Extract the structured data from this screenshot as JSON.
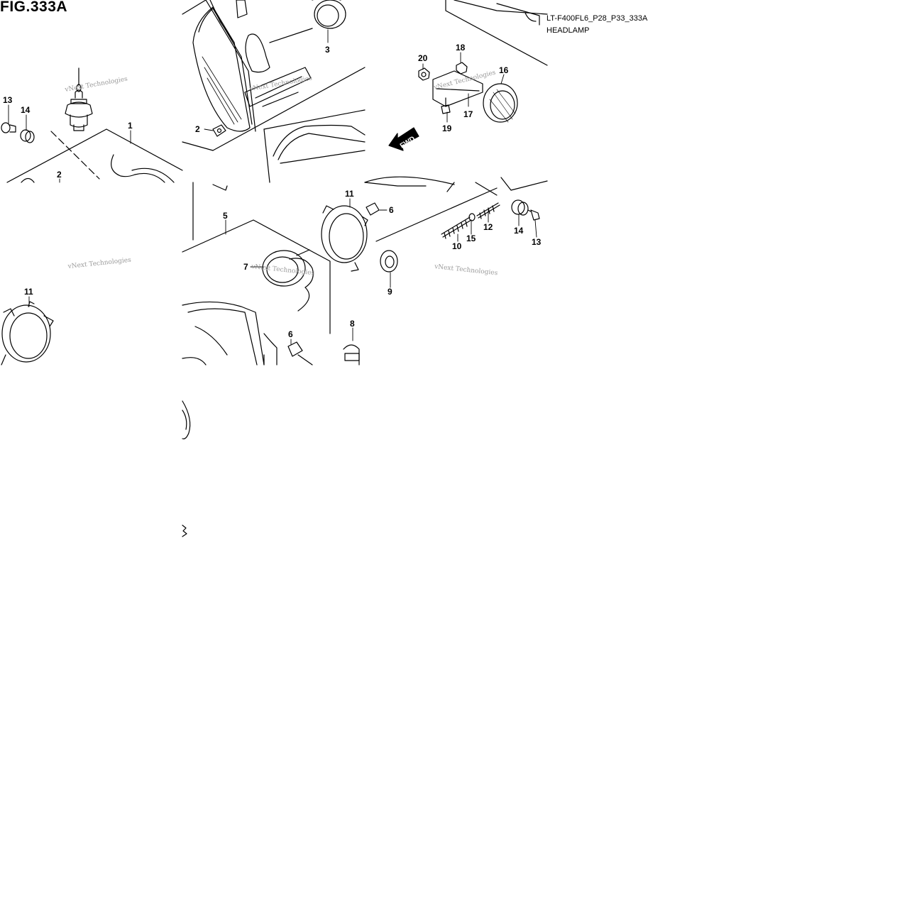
{
  "figure": {
    "title": "FIG.333A",
    "code": "LT-F400FL6_P28_P33_333A",
    "name": "HEADLAMP",
    "fwd_label": "FWD"
  },
  "watermark": "vNext Technologies",
  "callouts": {
    "c1": "1",
    "c2a": "2",
    "c2b": "2",
    "c3": "3",
    "c5": "5",
    "c6a": "6",
    "c6b": "6",
    "c7": "7",
    "c8": "8",
    "c9": "9",
    "c10": "10",
    "c11a": "11",
    "c11b": "11",
    "c12": "12",
    "c13a": "13",
    "c13b": "13",
    "c14a": "14",
    "c14b": "14",
    "c15": "15",
    "c16": "16",
    "c17": "17",
    "c18": "18",
    "c19": "19",
    "c20": "20"
  }
}
